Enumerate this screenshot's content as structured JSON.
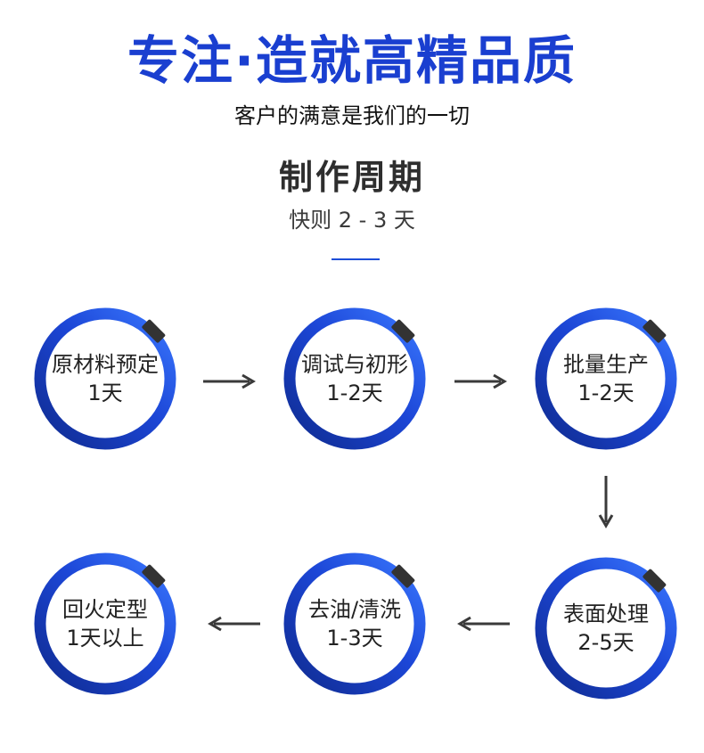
{
  "header": {
    "headline": "专注·造就高精品质",
    "subtitle": "客户的满意是我们的一切"
  },
  "section": {
    "title": "制作周期",
    "subtitle": "快则 2 - 3 天"
  },
  "colors": {
    "headline": "#1a3fd0",
    "ring_dark": "#0f2b8f",
    "ring_light": "#2f6bff",
    "divider": "#1d4ed8",
    "arrow": "#3a3a3a"
  },
  "steps": [
    {
      "name": "原材料预定",
      "duration": "1天"
    },
    {
      "name": "调试与初形",
      "duration": "1-2天"
    },
    {
      "name": "批量生产",
      "duration": "1-2天"
    },
    {
      "name": "表面处理",
      "duration": "2-5天"
    },
    {
      "name": "去油/清洗",
      "duration": "1-3天"
    },
    {
      "name": "回火定型",
      "duration": "1天以上"
    }
  ],
  "icons": {
    "arrow_right": "arrow-right-icon",
    "arrow_down": "arrow-down-icon",
    "arrow_left": "arrow-left-icon"
  }
}
